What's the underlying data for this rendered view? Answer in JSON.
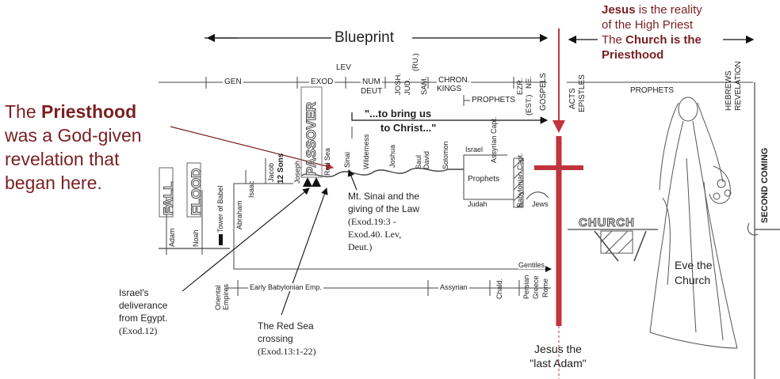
{
  "blueprint": "Blueprint",
  "reality": {
    "jesus": "Jesus",
    "line1_rest": "is the reality",
    "line2": "of the High Priest",
    "line3_pre": "The",
    "line3_bold": "Church is the",
    "line4": "Priesthood"
  },
  "priesthood_note": {
    "line1_pre": "The",
    "line1_bold": "Priesthood",
    "line2": "was a God-given",
    "line3": "revelation that",
    "line4": "began here."
  },
  "books": {
    "lev": "LEV",
    "gen": "GEN",
    "exod": "EXOD",
    "num": "NUM",
    "deut": "DEUT",
    "josh": "JOSH.",
    "jud": "JUD.",
    "ru": "(RU.)",
    "sam": "SAM.",
    "chron": "CHRON.",
    "kings": "KINGS",
    "prophets": "PROPHETS",
    "ezr": "EZR.",
    "est": "(EST.)",
    "ne": "NE.",
    "gospels": "GOSPELS",
    "acts": "ACTS",
    "epistles": "EPISTLES",
    "prophets_nt": "PROPHETS",
    "hebrews": "HEBREWS",
    "revelation": "REVELATION",
    "second_coming": "SECOND COMING"
  },
  "quote": {
    "line1": "\"...to bring us",
    "line2": "to Christ...\""
  },
  "timeline": {
    "fall": "FALL",
    "flood": "FLOOD",
    "adam": "Adam",
    "noah": "Noah",
    "tower": "Tower of Babel",
    "abraham": "Abraham",
    "isaac": "Isaac",
    "jacob": "Jacob",
    "sons": "12 Sons",
    "joseph": "Joseph",
    "passover": "PASSOVER",
    "red_sea": "Red Sea",
    "sinai": "Sinai",
    "wilderness": "Wilderness",
    "joshua": "Joshua",
    "saul": "Saul",
    "david": "David",
    "solomon": "Solomon",
    "israel": "Israel",
    "assyrian_capt": "Assyrian Capt.",
    "prophets": "Prophets",
    "judah": "Judah",
    "babylonian_capt": "Babylonian Capt.",
    "jews": "Jews",
    "gentiles": "Gentiles",
    "church": "CHURCH",
    "oriental": "Oriental Empires",
    "early_babylonian": "Early Babylonian Emp.",
    "assyrian": "Assyrian",
    "chald": "Chald.",
    "persian": "Persian",
    "greece": "Greece",
    "rome": "Rome"
  },
  "sinai_note": {
    "line1": "Mt. Sinai and the",
    "line2": "giving of the Law",
    "line3": "(Exod.19:3 -",
    "line4": "Exod.40. Lev,",
    "line5": "Deut.)"
  },
  "deliverance_note": {
    "line1": "Israel's",
    "line2": "deliverance",
    "line3": "from Egypt.",
    "line4": "(Exod.12)"
  },
  "redsea_note": {
    "line1": "The Red Sea",
    "line2": "crossing",
    "line3": "(Exod.13:1-22)"
  },
  "last_adam": {
    "line1": "Jesus the",
    "line2": "\"last Adam\""
  },
  "eve": {
    "line1": "Eve the",
    "line2": "Church"
  },
  "colors": {
    "accent": "#7b1f22",
    "cross": "#c0343b",
    "ink": "#222222"
  }
}
